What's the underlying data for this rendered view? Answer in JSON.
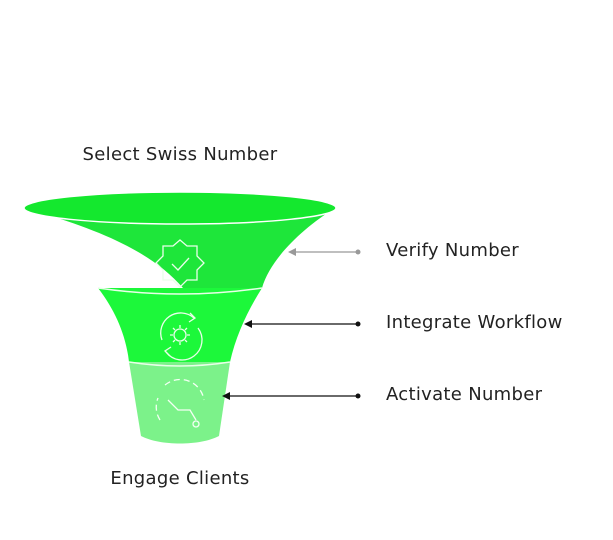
{
  "funnel": {
    "top_label": "Select Swiss Number",
    "bottom_label": "Engage Clients",
    "stages": [
      {
        "label": "Verify Number",
        "icon": "badge-check-icon",
        "color": "#1ee63a"
      },
      {
        "label": "Integrate Workflow",
        "icon": "gear-cycle-icon",
        "color": "#1cf83a"
      },
      {
        "label": "Activate Number",
        "icon": "activation-path-icon",
        "color": "#7cf28a"
      }
    ],
    "connector_colors": [
      "#999999",
      "#111111",
      "#111111"
    ]
  }
}
